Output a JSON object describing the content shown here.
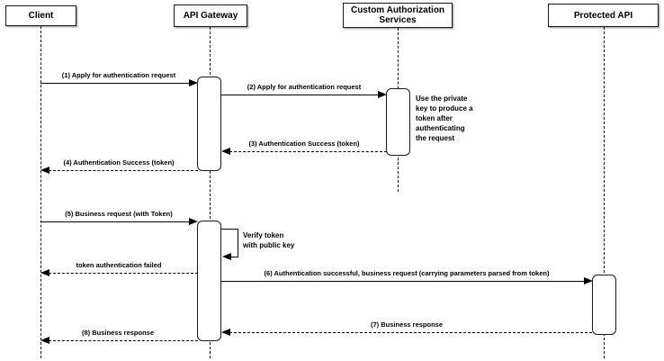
{
  "diagram": {
    "type": "sequence-diagram",
    "actors": [
      {
        "label": "Client"
      },
      {
        "label": "API Gateway"
      },
      {
        "label": "Custom Authorization Services"
      },
      {
        "label": "Protected API"
      }
    ],
    "messages": [
      {
        "label": "(1) Apply for authentication request",
        "style": "solid",
        "from": "Client",
        "to": "API Gateway"
      },
      {
        "label": "(2) Apply for authentication request",
        "style": "solid",
        "from": "API Gateway",
        "to": "Custom Authorization Services"
      },
      {
        "label": "(3) Authentication Success (token)",
        "style": "dashed",
        "from": "Custom Authorization Services",
        "to": "API Gateway"
      },
      {
        "label": "(4) Authentication Success (token)",
        "style": "dashed",
        "from": "API Gateway",
        "to": "Client"
      },
      {
        "label": "(5) Business request (with Token)",
        "style": "solid",
        "from": "Client",
        "to": "API Gateway"
      },
      {
        "label": "token authentication failed",
        "style": "dashed",
        "from": "API Gateway",
        "to": "Client"
      },
      {
        "label": "(6) Authentication successful, business request (carrying parameters parsed from token)",
        "style": "solid",
        "from": "API Gateway",
        "to": "Protected API"
      },
      {
        "label": "(7) Business response",
        "style": "dashed",
        "from": "Protected API",
        "to": "API Gateway"
      },
      {
        "label": "(8) Business response",
        "style": "dashed",
        "from": "API Gateway",
        "to": "Client"
      }
    ],
    "self_message": {
      "label": "Verify token\nwith public key",
      "actor": "API Gateway"
    },
    "note": {
      "label": "Use the private\nkey to produce a\ntoken after\nauthenticating\nthe request",
      "attached_to": "Custom Authorization Services"
    }
  },
  "colors": {
    "background": "#ffffff",
    "line": "#000000",
    "box_border": "#1a1a1a",
    "box_fill": "#ffffff",
    "text": "#000000"
  }
}
